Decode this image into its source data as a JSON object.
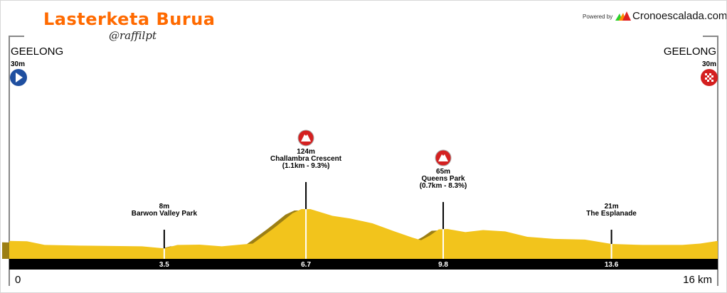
{
  "header": {
    "title": "Lasterketa Burua",
    "handle": "@raffilpt",
    "powered_by": "Powered by",
    "brand": "Cronoescalada.com"
  },
  "start": {
    "name": "GEELONG",
    "altitude": "30m",
    "icon": "start-play-icon"
  },
  "finish": {
    "name": "GEELONG",
    "altitude": "30m",
    "icon": "finish-checkered-icon"
  },
  "axis": {
    "start_label": "0",
    "end_label": "16 km"
  },
  "colors": {
    "fill": "#f2c41c",
    "shadow": "#9c7f14",
    "ground": "#000000",
    "climb_icon": "#d42020"
  },
  "chart_data": {
    "type": "area",
    "title": "Lasterketa Burua",
    "xlabel": "km",
    "ylabel": "m",
    "xlim": [
      0,
      16
    ],
    "ylim": [
      0,
      124
    ],
    "points": [
      [
        0,
        30
      ],
      [
        0.4,
        29
      ],
      [
        0.8,
        18
      ],
      [
        1.6,
        16
      ],
      [
        3,
        14
      ],
      [
        3.5,
        8
      ],
      [
        3.8,
        18
      ],
      [
        4.3,
        19
      ],
      [
        4.8,
        14
      ],
      [
        5.3,
        20
      ],
      [
        5.5,
        22
      ],
      [
        6.0,
        70
      ],
      [
        6.4,
        112
      ],
      [
        6.6,
        124
      ],
      [
        6.8,
        124
      ],
      [
        7.3,
        104
      ],
      [
        7.7,
        96
      ],
      [
        8.2,
        82
      ],
      [
        8.7,
        58
      ],
      [
        9.1,
        40
      ],
      [
        9.3,
        32
      ],
      [
        9.5,
        46
      ],
      [
        9.7,
        64
      ],
      [
        9.9,
        65
      ],
      [
        10.3,
        56
      ],
      [
        10.7,
        62
      ],
      [
        11.2,
        58
      ],
      [
        11.7,
        42
      ],
      [
        12.3,
        36
      ],
      [
        13.0,
        34
      ],
      [
        13.6,
        21
      ],
      [
        14.3,
        18
      ],
      [
        15.2,
        18
      ],
      [
        15.6,
        22
      ],
      [
        16,
        30
      ]
    ],
    "markers": [
      {
        "km": 3.5,
        "label_km": "3.5",
        "alt": "8m",
        "name": "Barwon Valley Park",
        "detail": "",
        "climb": false
      },
      {
        "km": 6.7,
        "label_km": "6.7",
        "alt": "124m",
        "name": "Challambra Crescent",
        "detail": "(1.1km - 9.3%)",
        "climb": true
      },
      {
        "km": 9.8,
        "label_km": "9.8",
        "alt": "65m",
        "name": "Queens Park",
        "detail": "(0.7km - 8.3%)",
        "climb": true
      },
      {
        "km": 13.6,
        "label_km": "13.6",
        "alt": "21m",
        "name": "The Esplanade",
        "detail": "",
        "climb": false
      }
    ]
  }
}
